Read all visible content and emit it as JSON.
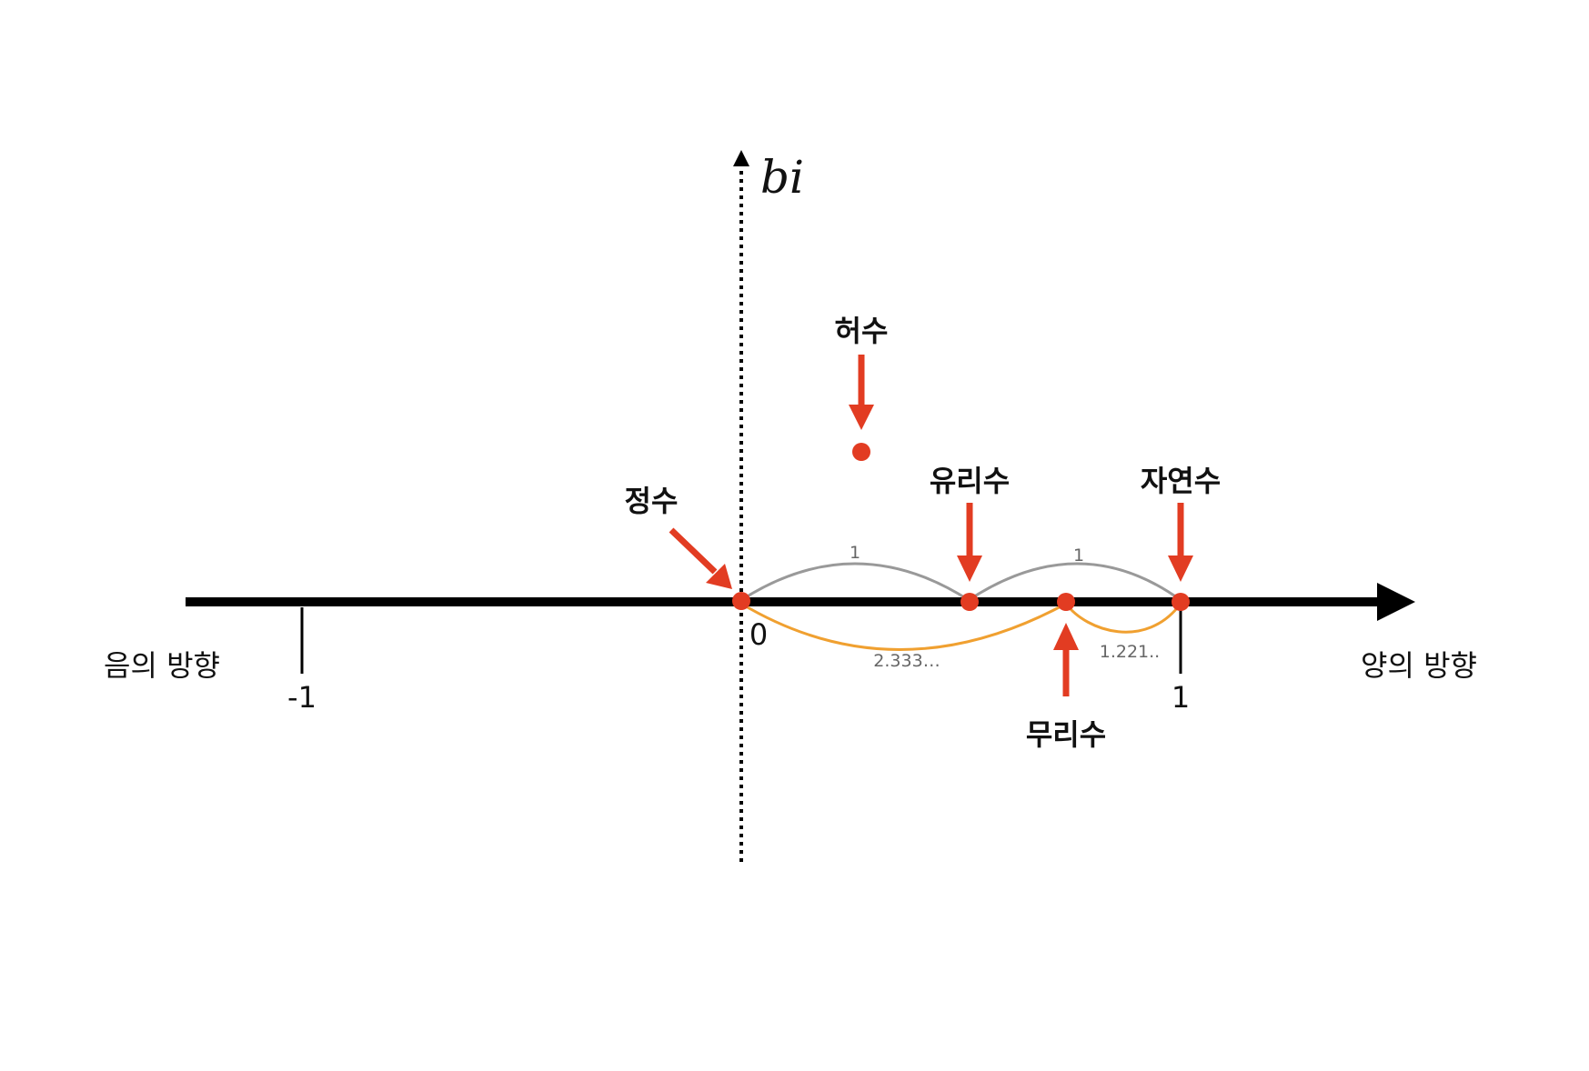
{
  "axis": {
    "imag_label": "bi",
    "negative_direction": "음의 방향",
    "positive_direction": "양의 방향"
  },
  "ticks": {
    "neg_one": "-1",
    "zero": "0",
    "one": "1"
  },
  "terms": {
    "imaginary": "허수",
    "integer": "정수",
    "rational": "유리수",
    "natural": "자연수",
    "irrational": "무리수"
  },
  "arcs": {
    "gray_first": "1",
    "gray_second": "1",
    "orange_long": "2.333…",
    "orange_short": "1.221.."
  },
  "colors": {
    "axis": "#000000",
    "point": "#e23c22",
    "arrow": "#e23c22",
    "gray_arc": "#999999",
    "orange_arc": "#f0a030"
  }
}
